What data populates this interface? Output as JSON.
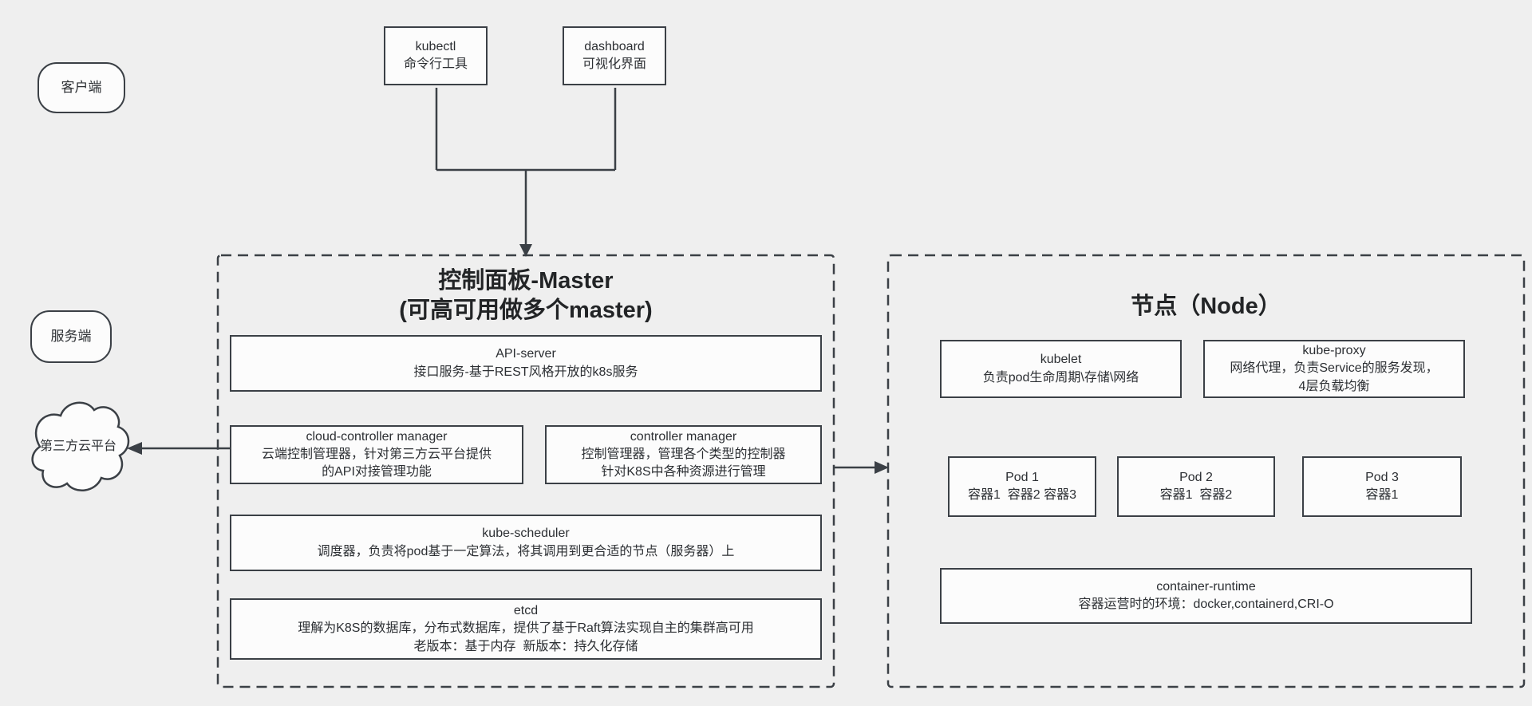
{
  "colors": {
    "background": "#efefef",
    "stroke": "#3b4046",
    "box_fill": "#fcfcfc",
    "text": "#2c2f33"
  },
  "client": {
    "label": "客户端"
  },
  "server": {
    "label": "服务端"
  },
  "third_party_cloud": {
    "label": "第三方云平台"
  },
  "kubectl": {
    "title": "kubectl",
    "subtitle": "命令行工具"
  },
  "dashboard": {
    "title": "dashboard",
    "subtitle": "可视化界面"
  },
  "master": {
    "title_line1": "控制面板-Master",
    "title_line2": "(可高可用做多个master)",
    "api_server": {
      "title": "API-server",
      "desc": "接口服务-基于REST风格开放的k8s服务"
    },
    "cloud_controller_manager": {
      "title": "cloud-controller manager",
      "desc_line1": "云端控制管理器，针对第三方云平台提供",
      "desc_line2": "的API对接管理功能"
    },
    "controller_manager": {
      "title": "controller manager",
      "desc_line1": "控制管理器，管理各个类型的控制器",
      "desc_line2": "针对K8S中各种资源进行管理"
    },
    "kube_scheduler": {
      "title": "kube-scheduler",
      "desc": "调度器，负责将pod基于一定算法，将其调用到更合适的节点（服务器）上"
    },
    "etcd": {
      "title": "etcd",
      "desc_line1": "理解为K8S的数据库，分布式数据库，提供了基于Raft算法实现自主的集群高可用",
      "desc_line2": "老版本：基于内存  新版本：持久化存储"
    }
  },
  "node": {
    "title": "节点（Node）",
    "kubelet": {
      "title": "kubelet",
      "desc": "负责pod生命周期\\存储\\网络"
    },
    "kube_proxy": {
      "title": "kube-proxy",
      "desc_line1": "网络代理，负责Service的服务发现，",
      "desc_line2": "4层负载均衡"
    },
    "pod1": {
      "title": "Pod 1",
      "containers": "容器1  容器2 容器3"
    },
    "pod2": {
      "title": "Pod 2",
      "containers": "容器1  容器2"
    },
    "pod3": {
      "title": "Pod 3",
      "containers": "容器1"
    },
    "container_runtime": {
      "title": "container-runtime",
      "desc": "容器运营时的环境：docker,containerd,CRI-O"
    }
  }
}
